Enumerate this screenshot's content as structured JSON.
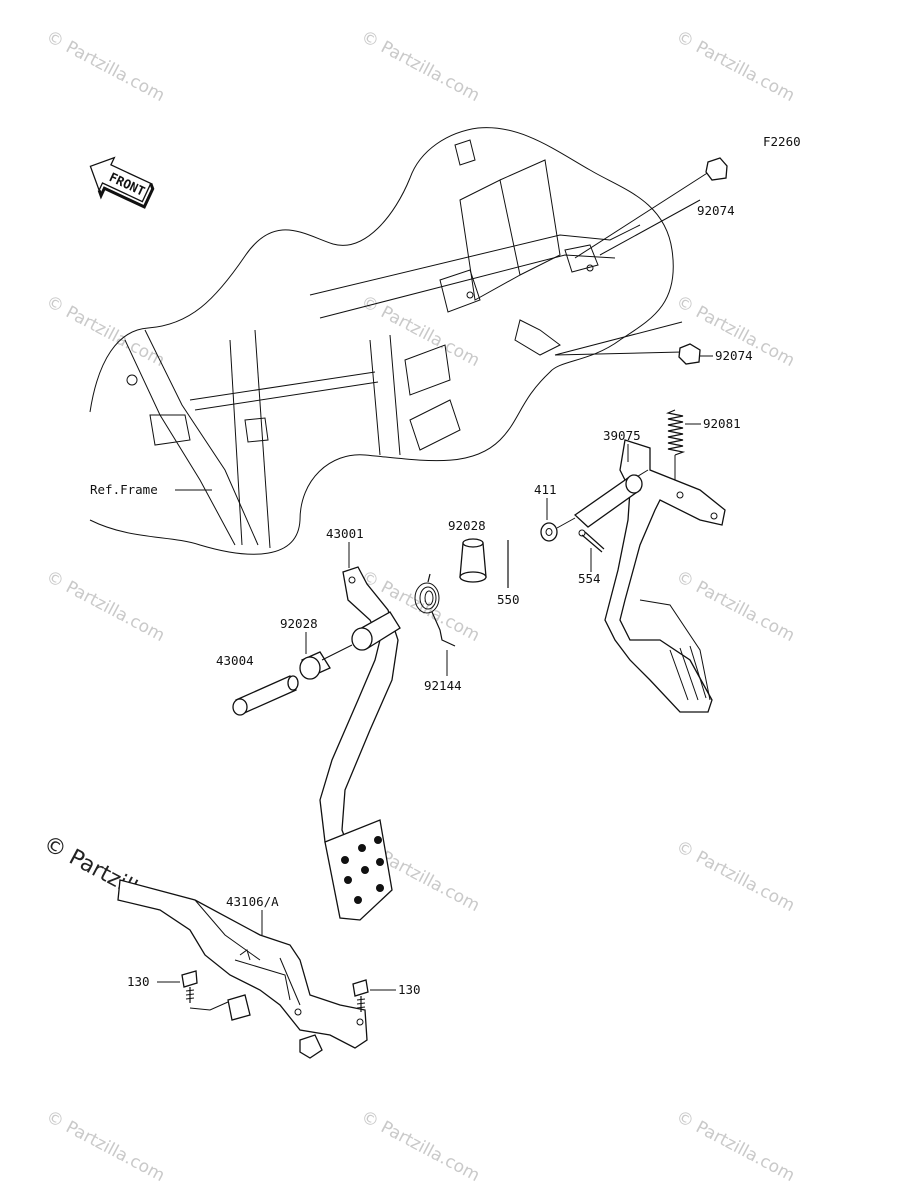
{
  "figure_code": "F2260",
  "front_arrow_text": "FRONT",
  "ref_frame_label": "Ref.Frame",
  "callouts": [
    {
      "id": "c-92074-top",
      "text": "92074"
    },
    {
      "id": "c-92074-mid",
      "text": "92074"
    },
    {
      "id": "c-92081",
      "text": "92081"
    },
    {
      "id": "c-39075",
      "text": "39075"
    },
    {
      "id": "c-411",
      "text": "411"
    },
    {
      "id": "c-554",
      "text": "554"
    },
    {
      "id": "c-92028-right",
      "text": "92028"
    },
    {
      "id": "c-550",
      "text": "550"
    },
    {
      "id": "c-43001",
      "text": "43001"
    },
    {
      "id": "c-92028-left",
      "text": "92028"
    },
    {
      "id": "c-43004",
      "text": "43004"
    },
    {
      "id": "c-92144",
      "text": "92144"
    },
    {
      "id": "c-43106",
      "text": "43106/A"
    },
    {
      "id": "c-130-left",
      "text": "130"
    },
    {
      "id": "c-130-right",
      "text": "130"
    }
  ],
  "watermark": {
    "text": "© Partzilla.com",
    "prominent_text": "© Partzilla.com"
  }
}
